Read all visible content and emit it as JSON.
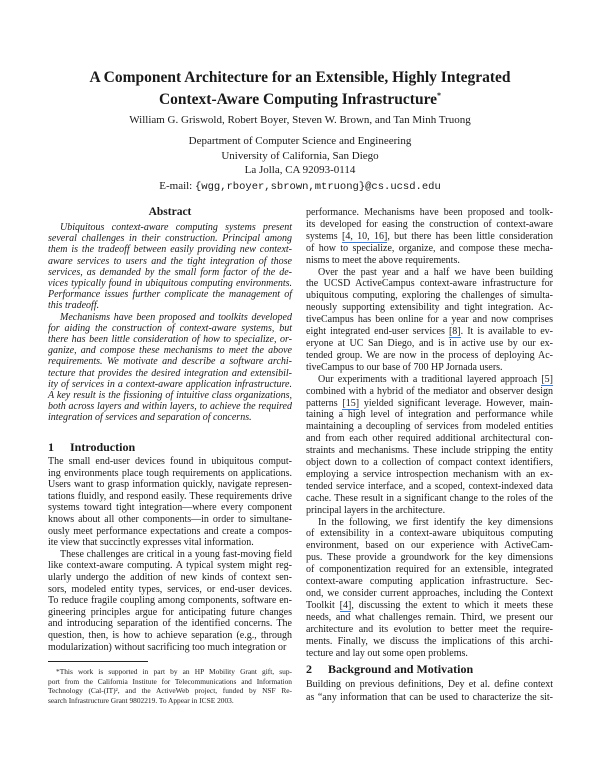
{
  "header": {
    "title_line1": "A Component Architecture for an Extensible, Highly Integrated",
    "title_line2": "Context-Aware Computing Infrastructure",
    "title_mark": "*",
    "authors": "William G. Griswold, Robert Boyer, Steven W. Brown, and Tan Minh Truong",
    "department": "Department of Computer Science and Engineering",
    "university": "University of California, San Diego",
    "address": "La Jolla, CA 92093-0114",
    "email_label": "E-mail: ",
    "email": "{wgg,rboyer,sbrown,mtruong}@cs.ucsd.edu"
  },
  "abstract": {
    "heading": "Abstract",
    "paragraphs": [
      [
        "Ubiquitous context-aware computing systems present",
        "several challenges in their construction. Principal among",
        "them is the tradeoff between easily providing new context-",
        "aware services to users and the tight integration of those",
        "services, as demanded by the small form factor of the de-",
        "vices typically found in ubiquitous computing environments.",
        "Performance issues further complicate the management of",
        "this tradeoff."
      ],
      [
        "Mechanisms have been proposed and toolkits developed",
        "for aiding the construction of context-aware systems, but",
        "there has been little consideration of how to specialize, or-",
        "ganize, and compose these mechanisms to meet the above",
        "requirements. We motivate and describe a software archi-",
        "tecture that provides the desired integration and extensibil-",
        "ity of services in a context-aware application infrastructure.",
        "A key result is the fissioning of intuitive class organizations,",
        "both across layers and within layers, to achieve the required",
        "integration of services and separation of concerns."
      ]
    ]
  },
  "intro": {
    "number": "1",
    "heading": "Introduction",
    "paragraphs": [
      [
        "The small end-user devices found in ubiquitous comput-",
        "ing environments place tough requirements on applications.",
        "Users want to grasp information quickly, navigate represen-",
        "tations fluidly, and respond easily. These requirements drive",
        "systems toward tight integration—where every component",
        "knows about all other components—in order to simultane-",
        "ously meet performance expectations and create a compos-",
        "ite view that succinctly expresses vital information."
      ],
      [
        "These challenges are critical in a young fast-moving field",
        "like context-aware computing. A typical system might reg-",
        "ularly undergo the addition of new kinds of context sen-",
        "sors, modeled entity types, services, or end-user devices.",
        "To reduce fragile coupling among components, software en-",
        "gineering principles argue for anticipating future changes",
        "and introducing separation of the identified concerns. The",
        "question, then, is how to achieve separation (e.g., through",
        "modularization) without sacrificing too much integration or"
      ]
    ]
  },
  "footnote": {
    "lines": [
      "*This work is supported in part by an HP Mobility Grant gift, sup-",
      "port from the California Institute for Telecommunications and Information",
      "Technology (Cal-(IT)², and the ActiveWeb project, funded by NSF Re-",
      "search Infrastructure Grant 9802219. To Appear in ICSE 2003."
    ]
  },
  "col2": {
    "paragraphs": [
      {
        "continued": true,
        "lines": [
          "performance. Mechanisms have been proposed and toolk-",
          "its developed for easing the construction of context-aware",
          [
            "systems ",
            {
              "cite": "[4, 10, 16]"
            },
            ", but there has been little consideration"
          ],
          "of how to specialize, organize, and compose these mecha-",
          "nisms to meet the above requirements."
        ]
      },
      {
        "lines": [
          "Over the past year and a half we have been building",
          "the UCSD ActiveCampus context-aware infrastructure for",
          "ubiquitous computing, exploring the challenges of simulta-",
          "neously supporting extensibility and tight integration. Ac-",
          "tiveCampus has been online for a year and now comprises",
          [
            "eight integrated end-user services ",
            {
              "cite": "[8]"
            },
            ". It is available to ev-"
          ],
          "eryone at UC San Diego, and is in active use by our ex-",
          "tended group. We are now in the process of deploying Ac-",
          "tiveCampus to our base of 700 HP Jornada users."
        ]
      },
      {
        "lines": [
          [
            "Our experiments with a traditional layered approach ",
            {
              "cite": "[5]"
            }
          ],
          "combined with a hybrid of the mediator and observer design",
          [
            "patterns ",
            {
              "cite": "[15]"
            },
            " yielded significant leverage. However, main-"
          ],
          "taining a high level of integration and performance while",
          "maintaining a decoupling of services from modeled entities",
          "and from each other required additional architectural con-",
          "straints and mechanisms. These include stripping the entity",
          "object down to a collection of compact context identifiers,",
          "employing a service introspection mechanism with an ex-",
          "tended service interface, and a scoped, context-indexed data",
          "cache. These result in a significant change to the roles of the",
          "principal layers in the architecture."
        ]
      },
      {
        "lines": [
          "In the following, we first identify the key dimensions",
          "of extensibility in a context-aware ubiquitous computing",
          "environment, based on our experience with ActiveCam-",
          "pus. These provide a groundwork for the key dimensions",
          "of componentization required for an extensible, integrated",
          "context-aware computing application infrastructure. Sec-",
          "ond, we consider current approaches, including the Context",
          [
            "Toolkit ",
            {
              "cite": "[4]"
            },
            ", discussing the extent to which it meets these"
          ],
          "needs, and what challenges remain. Third, we present our",
          "architecture and its evolution to better meet the require-",
          "ments. Finally, we discuss the implications of this archi-",
          "tecture and lay out some open problems."
        ]
      }
    ]
  },
  "background": {
    "number": "2",
    "heading": "Background and Motivation",
    "lines": [
      "Building on previous definitions, Dey et al. define context",
      "as “any information that can be used to characterize the sit-"
    ]
  },
  "colors": {
    "citation_underline": "#3b7fd9",
    "text": "#1a1a1a"
  }
}
